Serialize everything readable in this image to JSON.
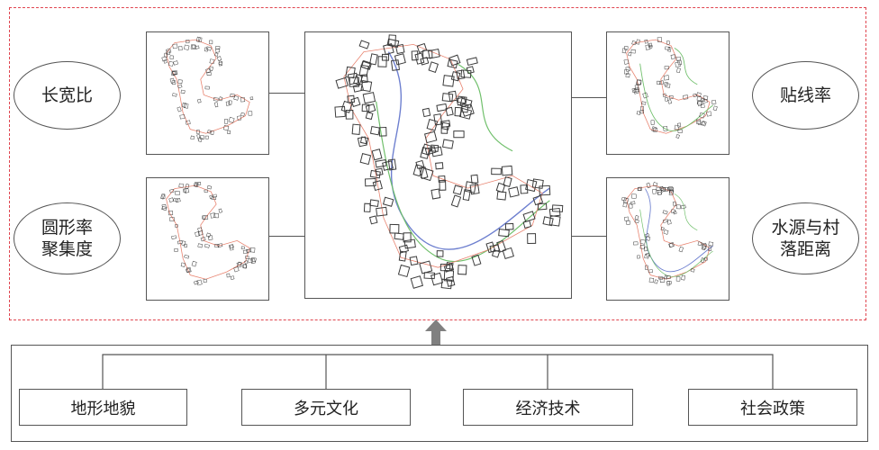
{
  "metrics": {
    "left_top": "长宽比",
    "left_bottom": "圆形率\n聚集度",
    "right_top": "贴线率",
    "right_bottom": "水源与村\n落距离"
  },
  "factors": [
    "地形地貌",
    "多元文化",
    "经济技术",
    "社会政策"
  ],
  "colors": {
    "dashed_frame": "#e0454f",
    "boundary": "#e8826e",
    "river": "#6d7fcf",
    "road": "#6fbf6a",
    "building": "#3a3a3a",
    "arrow": "#808080"
  }
}
